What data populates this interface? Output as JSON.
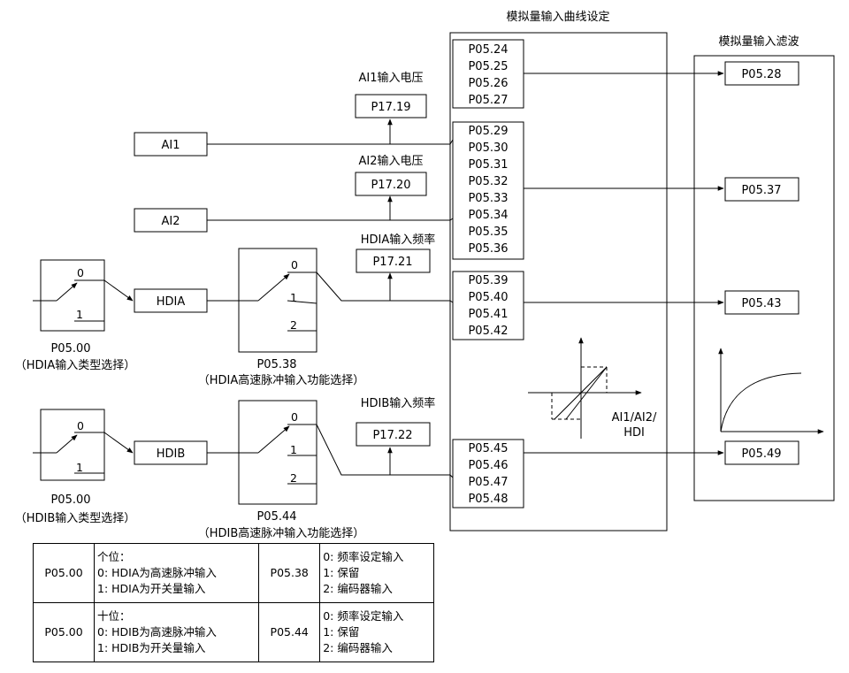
{
  "titles": {
    "curve_setting": "模拟量输入曲线设定",
    "input_filter": "模拟量输入滤波"
  },
  "inputs": {
    "ai1": "AI1",
    "ai2": "AI2",
    "hdia": "HDIA",
    "hdib": "HDIB"
  },
  "monitors": {
    "ai1_label": "AI1输入电压",
    "ai1_code": "P17.19",
    "ai2_label": "AI2输入电压",
    "ai2_code": "P17.20",
    "hdia_label": "HDIA输入频率",
    "hdia_code": "P17.21",
    "hdib_label": "HDIB输入频率",
    "hdib_code": "P17.22"
  },
  "type_switch": {
    "pos0": "0",
    "pos1": "1",
    "code": "P05.00",
    "hdia_caption": "（HDIA输入类型选择）",
    "hdib_caption": "（HDIB输入类型选择）"
  },
  "func_switch": {
    "pos0": "0",
    "pos1": "1",
    "pos2": "2",
    "hdia_code": "P05.38",
    "hdia_caption": "（HDIA高速脉冲输入功能选择）",
    "hdib_code": "P05.44",
    "hdib_caption": "（HDIB高速脉冲输入功能选择）"
  },
  "curve_groups": {
    "ai1": [
      "P05.24",
      "P05.25",
      "P05.26",
      "P05.27"
    ],
    "ai2": [
      "P05.29",
      "P05.30",
      "P05.31",
      "P05.32",
      "P05.33",
      "P05.34",
      "P05.35",
      "P05.36"
    ],
    "hdia": [
      "P05.39",
      "P05.40",
      "P05.41",
      "P05.42"
    ],
    "hdib": [
      "P05.45",
      "P05.46",
      "P05.47",
      "P05.48"
    ],
    "graph_label_line1": "AI1/AI2/",
    "graph_label_line2": "HDI"
  },
  "filters": {
    "f1": "P05.28",
    "f2": "P05.37",
    "f3": "P05.43",
    "f4": "P05.49"
  },
  "legend": {
    "rows": [
      {
        "code_a": "P05.00",
        "desc_a": [
          "个位：",
          "0: HDIA为高速脉冲输入",
          "1: HDIA为开关量输入"
        ],
        "code_b": "P05.38",
        "desc_b": [
          "0: 频率设定输入",
          "1: 保留",
          "2: 编码器输入"
        ]
      },
      {
        "code_a": "P05.00",
        "desc_a": [
          "十位：",
          "0: HDIB为高速脉冲输入",
          "1: HDIB为开关量输入"
        ],
        "code_b": "P05.44",
        "desc_b": [
          "0: 频率设定输入",
          "1: 保留",
          "2: 编码器输入"
        ]
      }
    ]
  }
}
